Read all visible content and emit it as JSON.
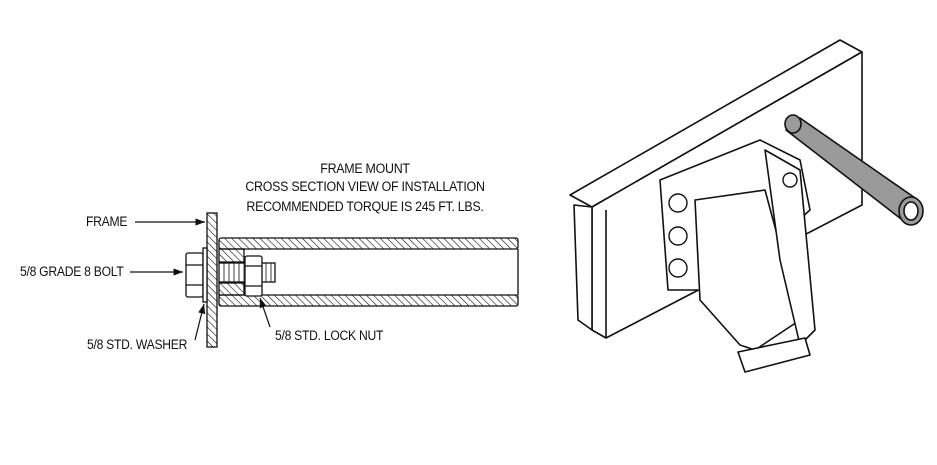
{
  "title": {
    "line1": "FRAME MOUNT",
    "line2": "CROSS SECTION VIEW OF INSTALLATION",
    "line3": "RECOMMENDED TORQUE IS 245 FT. LBS."
  },
  "labels": {
    "frame": "FRAME",
    "bolt": "5/8 GRADE 8 BOLT",
    "washer": "5/8 STD. WASHER",
    "lock_nut": "5/8 STD. LOCK NUT"
  }
}
